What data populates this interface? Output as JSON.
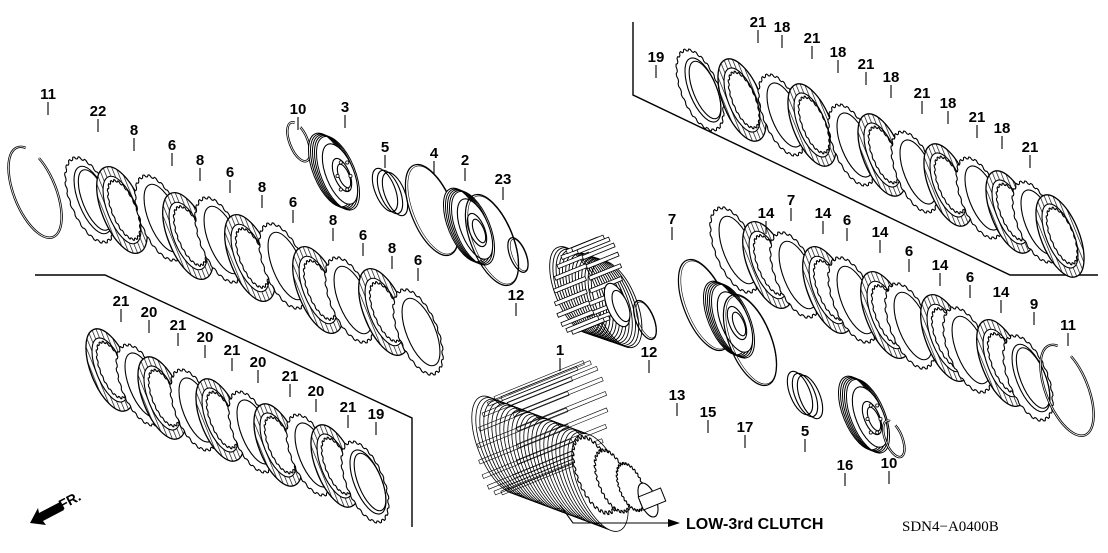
{
  "diagram": {
    "title": "LOW-3rd CLUTCH",
    "code": "SDN4−A0400B",
    "direction_label": "FR.",
    "callout_label": "LOW-3rd CLUTCH",
    "line_color": "#000000",
    "background": "#ffffff"
  },
  "groups": {
    "upper_left_stack": {
      "labels": [
        "11",
        "22",
        "8",
        "6",
        "8",
        "6",
        "8",
        "6",
        "8",
        "6",
        "8",
        "6"
      ],
      "parts": [
        "snap-ring",
        "end-plate",
        "friction-disc",
        "clutch-plate",
        "friction-disc",
        "clutch-plate",
        "friction-disc",
        "clutch-plate",
        "friction-disc",
        "clutch-plate",
        "friction-disc",
        "clutch-plate"
      ]
    },
    "center_parts": {
      "labels": [
        "10",
        "3",
        "5",
        "4",
        "2",
        "23",
        "12",
        "1",
        "12"
      ],
      "parts": [
        "snap-ring",
        "spring-retainer",
        "return-spring",
        "o-ring",
        "clutch-piston",
        "o-ring",
        "o-ring",
        "clutch-drum",
        "o-ring"
      ]
    },
    "upper_right_stack": {
      "labels": [
        "19",
        "21",
        "18",
        "21",
        "18",
        "21",
        "18",
        "21",
        "18",
        "21",
        "18",
        "21"
      ],
      "parts": [
        "end-plate",
        "friction-disc",
        "clutch-plate",
        "friction-disc",
        "clutch-plate",
        "friction-disc",
        "clutch-plate",
        "friction-disc",
        "clutch-plate",
        "friction-disc",
        "clutch-plate",
        "friction-disc"
      ]
    },
    "middle_right_stack": {
      "labels": [
        "7",
        "14",
        "7",
        "14",
        "6",
        "14",
        "6",
        "14",
        "6",
        "14",
        "9",
        "11"
      ],
      "parts": [
        "disc-spring",
        "friction-disc",
        "disc-spring",
        "friction-disc",
        "clutch-plate",
        "friction-disc",
        "clutch-plate",
        "friction-disc",
        "clutch-plate",
        "friction-disc",
        "end-plate",
        "snap-ring"
      ]
    },
    "lower_right_parts": {
      "labels": [
        "13",
        "15",
        "17",
        "5",
        "16",
        "10"
      ],
      "parts": [
        "o-ring",
        "clutch-piston",
        "o-ring",
        "return-spring",
        "spring-retainer",
        "snap-ring"
      ]
    },
    "lower_left_stack": {
      "labels": [
        "21",
        "20",
        "21",
        "20",
        "21",
        "20",
        "21",
        "20",
        "21",
        "19"
      ],
      "parts": [
        "friction-disc",
        "clutch-plate",
        "friction-disc",
        "clutch-plate",
        "friction-disc",
        "clutch-plate",
        "friction-disc",
        "clutch-plate",
        "friction-disc",
        "end-plate"
      ]
    }
  }
}
